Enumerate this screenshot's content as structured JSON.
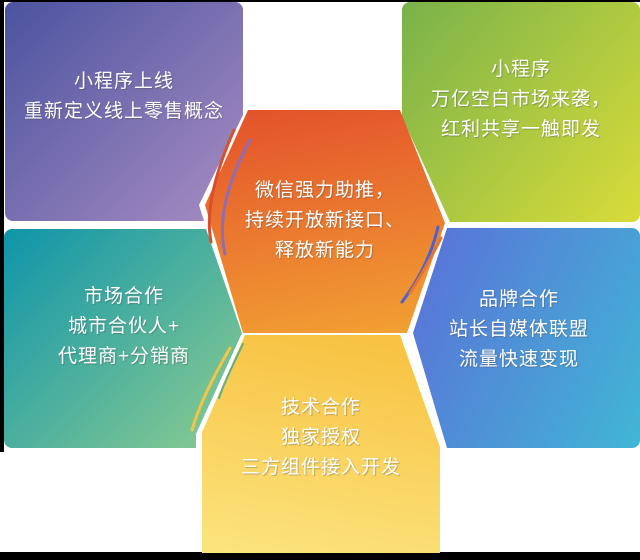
{
  "colors": {
    "purple_start": "#4b539f",
    "purple_end": "#a88dc3",
    "green_start": "#79b24a",
    "green_end": "#d9dc39",
    "orange_start": "#e3502b",
    "orange_end": "#f2a233",
    "teal_start": "#0e94aa",
    "teal_end": "#8ecd90",
    "blue_start": "#5b6fd8",
    "blue_end": "#41b6d5",
    "yellow_start": "#f7c03e",
    "yellow_end": "#fce47e",
    "accent_red": "#d94f2b",
    "accent_purple": "#8f6cb5",
    "accent_blue": "#4b63cc",
    "accent_orange": "#e8732d",
    "accent_yellow": "#f6c445",
    "accent_teal": "#3aa98e",
    "text": "#ffffff",
    "frame": "#000000"
  },
  "blocks": {
    "top_left": {
      "lines": [
        "小程序上线",
        "重新定义线上零售概念"
      ]
    },
    "top_right": {
      "lines": [
        "小程序",
        "万亿空白市场来袭，",
        "红利共享一触即发"
      ]
    },
    "center": {
      "lines": [
        "微信强力助推，",
        "持续开放新接口、",
        "释放新能力"
      ]
    },
    "mid_left": {
      "lines": [
        "市场合作",
        "城市合伙人+",
        "代理商+分销商"
      ]
    },
    "mid_right": {
      "lines": [
        "品牌合作",
        "站长自媒体联盟",
        "流量快速变现"
      ]
    },
    "bottom_center": {
      "lines": [
        "技术合作",
        "独家授权",
        "三方组件接入开发"
      ]
    }
  }
}
